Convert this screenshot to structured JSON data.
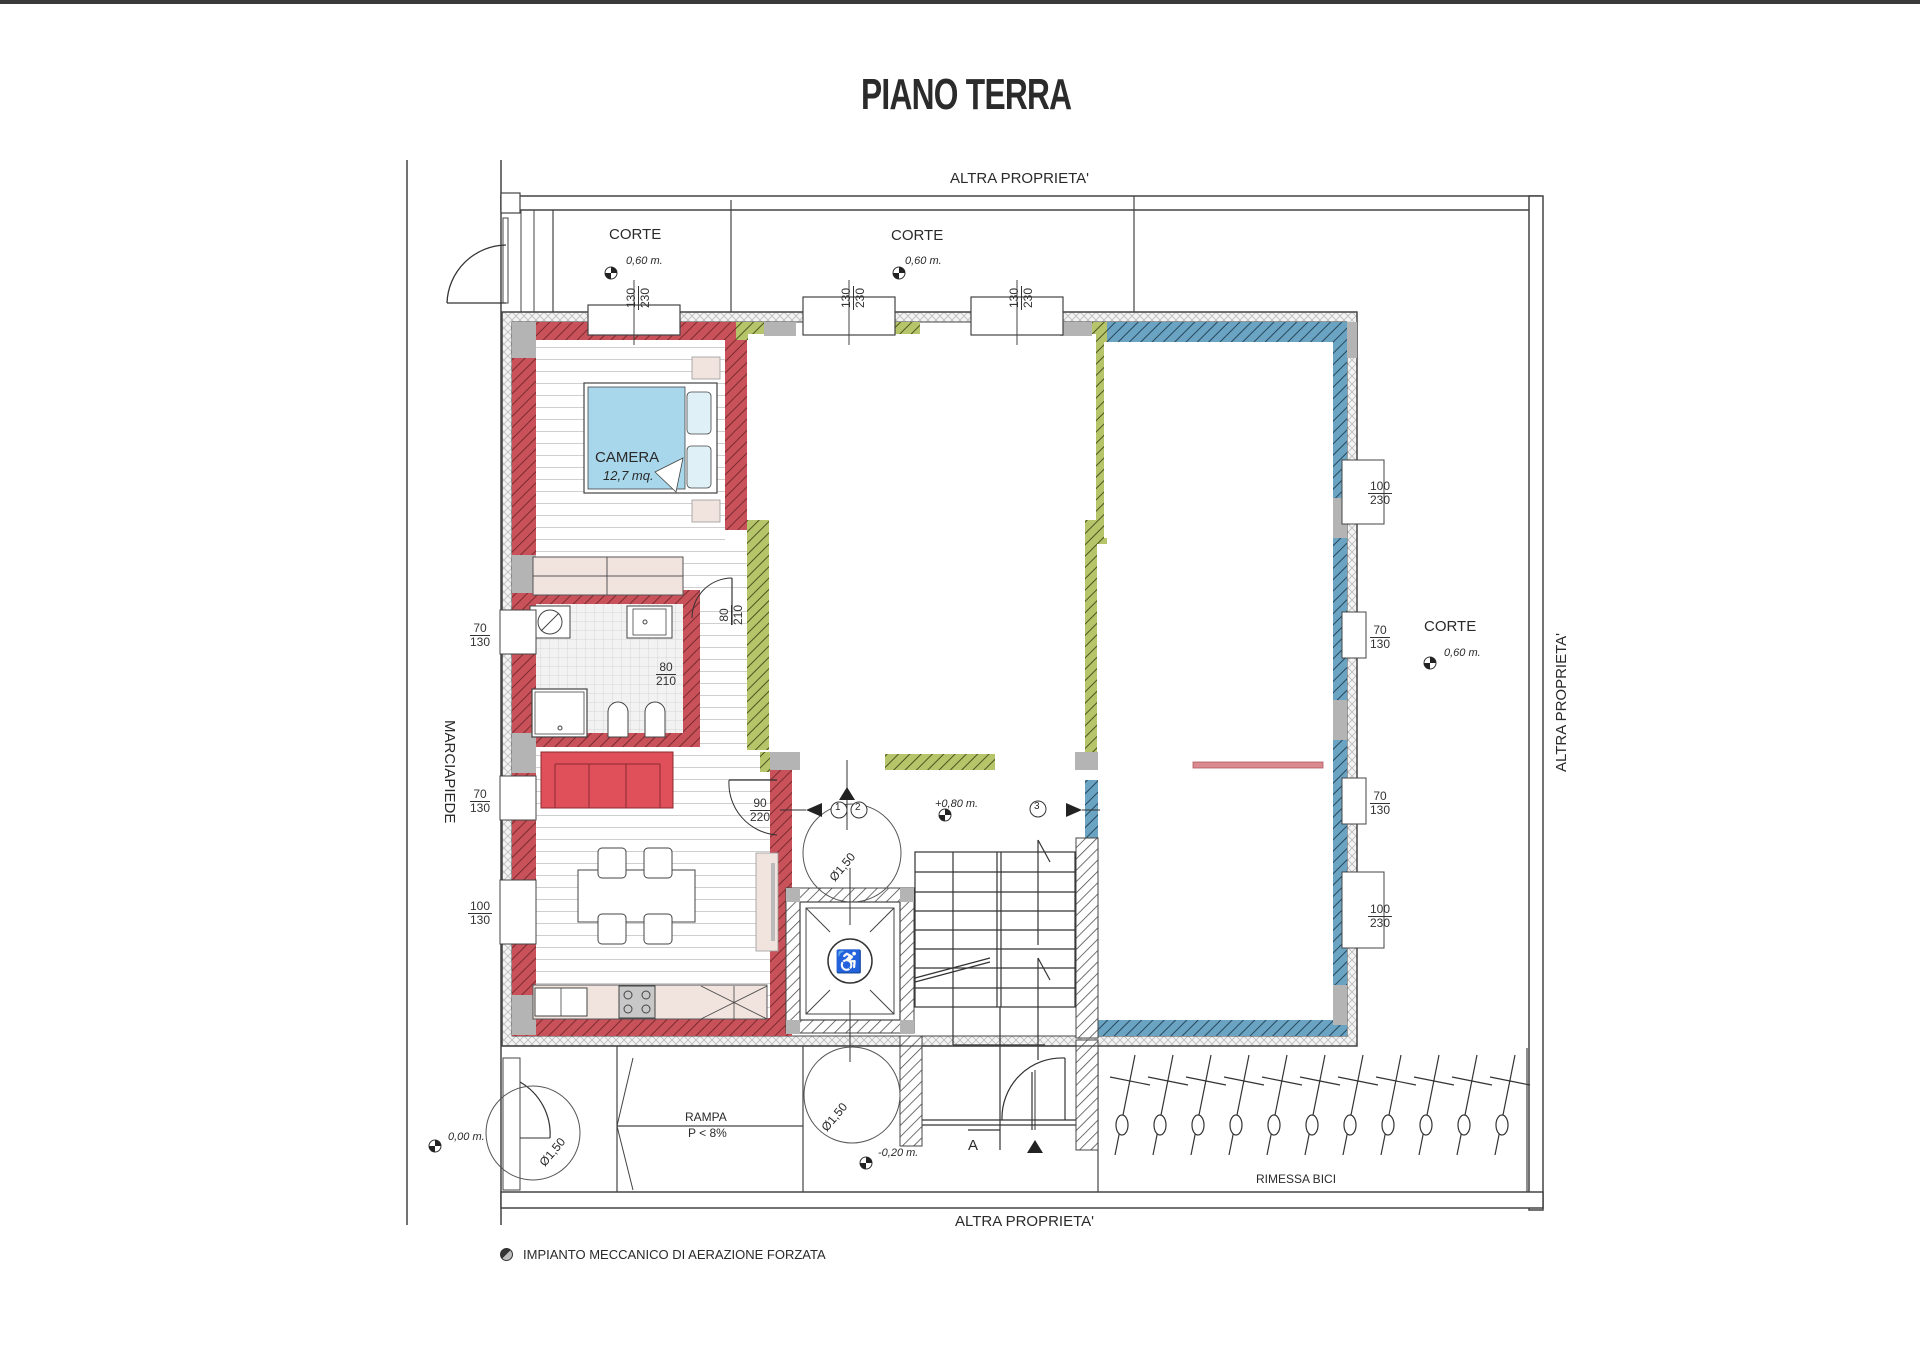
{
  "title": "PIANO TERRA",
  "colors": {
    "wall_red": "#c9525a",
    "wall_green": "#a9b85a",
    "wall_blue": "#5b98b8",
    "wall_gray": "#b4b4b4",
    "bed_blue": "#a8d6ea",
    "sofa_red": "#e0505a",
    "furniture_beige": "#f1e4de",
    "line": "#444444"
  },
  "boundaries": {
    "top": "ALTRA PROPRIETA'",
    "bottom": "ALTRA PROPRIETA'",
    "right": "ALTRA PROPRIETA'",
    "left": "MARCIAPIEDE"
  },
  "courtyards": [
    {
      "label": "CORTE",
      "level": "0,60 m."
    },
    {
      "label": "CORTE",
      "level": "0,60 m."
    },
    {
      "label": "CORTE",
      "level": "0,60 m."
    }
  ],
  "rooms": {
    "camera": {
      "label": "CAMERA",
      "area": "12,7 mq."
    },
    "rampa": {
      "label": "RAMPA",
      "slope": "P < 8%"
    },
    "rimessa": {
      "label": "RIMESSA BICI",
      "bike_count": 11
    }
  },
  "levels": {
    "landing": "+0,80 m.",
    "street": "0,00 m.",
    "lower": "-0,20 m."
  },
  "diameters": [
    "Ø1,50",
    "Ø1,50",
    "Ø1,50"
  ],
  "markers": {
    "section": "A",
    "circle_1": "1",
    "circle_2": "2",
    "circle_3": "3"
  },
  "openings": {
    "top_1": {
      "w": "130",
      "h": "230"
    },
    "top_2": {
      "w": "130",
      "h": "230"
    },
    "top_3": {
      "w": "130",
      "h": "230"
    },
    "left_1": {
      "w": "70",
      "h": "130"
    },
    "left_2": {
      "w": "70",
      "h": "130"
    },
    "left_3": {
      "w": "100",
      "h": "130"
    },
    "right_1": {
      "w": "100",
      "h": "230"
    },
    "right_2": {
      "w": "70",
      "h": "130"
    },
    "right_3": {
      "w": "70",
      "h": "130"
    },
    "right_4": {
      "w": "100",
      "h": "230"
    },
    "door_camera": {
      "w": "80",
      "h": "210"
    },
    "door_bath": {
      "w": "80",
      "h": "210"
    },
    "door_entry": {
      "w": "90",
      "h": "220"
    }
  },
  "legend": {
    "text": "IMPIANTO MECCANICO DI AERAZIONE FORZATA"
  }
}
